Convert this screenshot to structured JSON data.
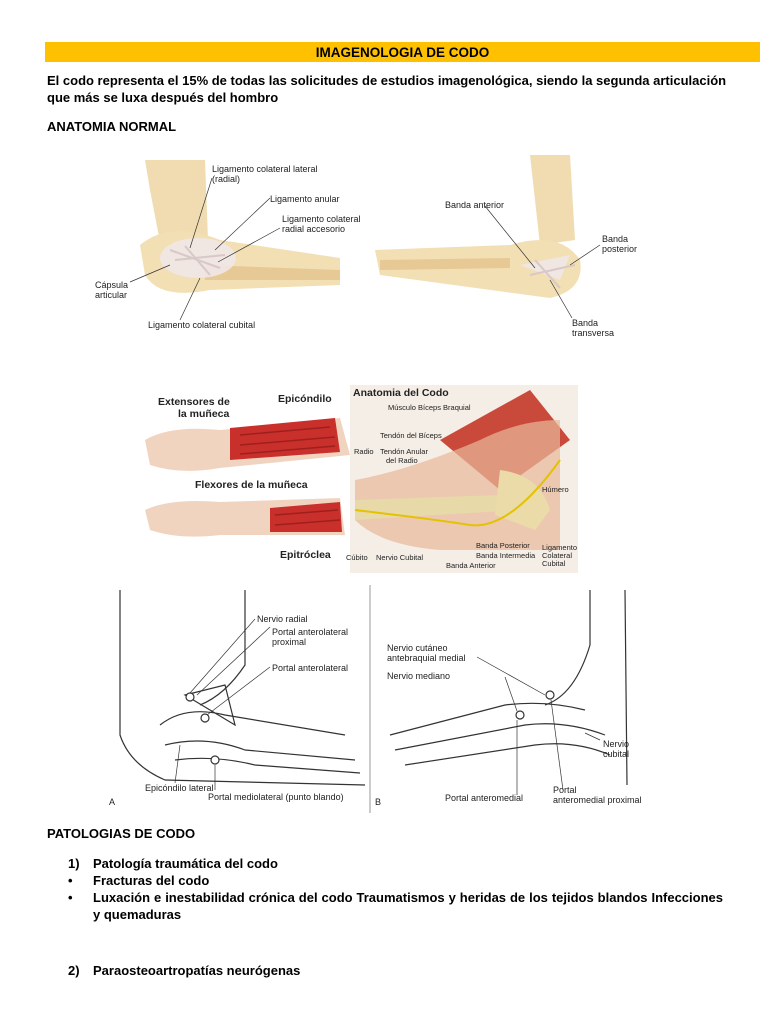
{
  "title": "IMAGENOLOGIA DE CODO",
  "intro": "El codo representa el 15% de todas las solicitudes de estudios imagenológica, siendo la segunda articulación que más se luxa después del hombro",
  "anatomy_heading": "ANATOMIA NORMAL",
  "figure1": {
    "labels": {
      "lcl": "Ligamento colateral lateral",
      "lcl2": "(radial)",
      "anular": "Ligamento anular",
      "acc1": "Ligamento colateral",
      "acc2": "radial accesorio",
      "capsula1": "Cápsula",
      "capsula2": "articular",
      "cubital": "Ligamento colateral cubital",
      "ant": "Banda anterior",
      "post1": "Banda",
      "post2": "posterior",
      "trans1": "Banda",
      "trans2": "transversa"
    }
  },
  "figure2": {
    "labels": {
      "ext1": "Extensores de",
      "ext2": "la muñeca",
      "epicondilo": "Epicóndilo",
      "flex": "Flexores de la muñeca",
      "epitroclea": "Epitróclea",
      "title": "Anatomia del Codo",
      "biceps": "Músculo Bíceps Braquial",
      "tendon": "Tendón del Bíceps",
      "anular1": "Tendón Anular",
      "anular2": "del Radio",
      "radio": "Radio",
      "humero": "Húmero",
      "bpost": "Banda Posterior",
      "binter": "Banda Intermedia",
      "bant": "Banda Anterior",
      "lig1": "Ligamento",
      "lig2": "Colateral",
      "lig3": "Cubital",
      "cubito": "Cúbito",
      "nervio": "Nervio Cubital"
    }
  },
  "figure3": {
    "labels": {
      "radial": "Nervio radial",
      "portal_alp1": "Portal anterolateral",
      "portal_alp2": "proximal",
      "portal_al": "Portal anterolateral",
      "epic": "Epicóndilo lateral",
      "portal_ml": "Portal mediolateral (punto blando)",
      "a": "A",
      "b": "B",
      "cut1": "Nervio cutáneo",
      "cut2": "antebraquial medial",
      "mediano": "Nervio mediano",
      "ncub1": "Nervio",
      "ncub2": "cubital",
      "portal_am": "Portal anteromedial",
      "portal_amp1": "Portal",
      "portal_amp2": "anteromedial proximal"
    }
  },
  "pathology_heading": "PATOLOGIAS DE CODO",
  "list": [
    {
      "marker": "1)",
      "text": "Patología traumática del codo"
    },
    {
      "marker": "•",
      "text": "Fracturas del codo"
    },
    {
      "marker": "•",
      "text": "Luxación e inestabilidad crónica del codo Traumatismos y heridas de los tejidos blandos Infecciones y quemaduras"
    }
  ],
  "list2": [
    {
      "marker": "2)",
      "text": "Paraosteoartropatías neurógenas"
    }
  ]
}
